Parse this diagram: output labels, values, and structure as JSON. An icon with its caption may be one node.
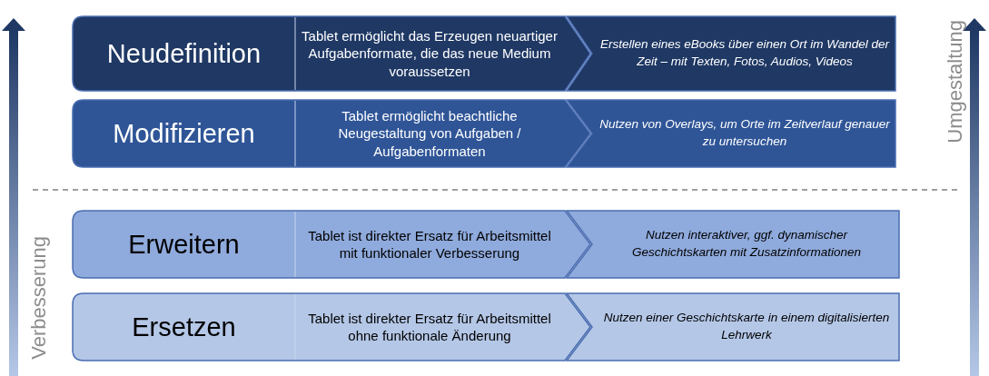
{
  "diagram": {
    "nodes": [
      {
        "text": [
          "Neudefinition",
          "Tablet ermöglicht das Erzeugen neuartiger Aufgabenformate, die das neue Medium voraussetzen"
        ]
      },
      {
        "text": [
          "Erstellen eines eBooks über einen Ort im Wandel der Zeit – mit Texten, Fotos, Audios, Videos"
        ]
      },
      {
        "text": [
          "Modifizieren",
          "Tablet ermöglicht beachtliche Neugestaltung von Aufgaben / Aufgabenformaten"
        ]
      },
      {
        "text": [
          "Nutzen von Overlays, um Orte im Zeitverlauf genauer zu untersuchen"
        ]
      },
      {
        "text": [
          "Erweitern",
          "Tablet ist direkter Ersatz für Arbeitsmittel mit funktionaler Verbesserung"
        ]
      },
      {
        "text": [
          "Nutzen interaktiver, ggf. dynamischer Geschichtskarten mit Zusatzinformationen"
        ]
      },
      {
        "text": [
          "Ersetzen",
          "Tablet ist direkter Ersatz für Arbeitsmittel ohne funktionale Änderung"
        ]
      },
      {
        "text": [
          "Nutzen einer Geschichtskarte in einem digitalisierten Lehrwerk"
        ]
      }
    ],
    "labels": [
      "Umgestaltung",
      "Verbesserung"
    ]
  }
}
